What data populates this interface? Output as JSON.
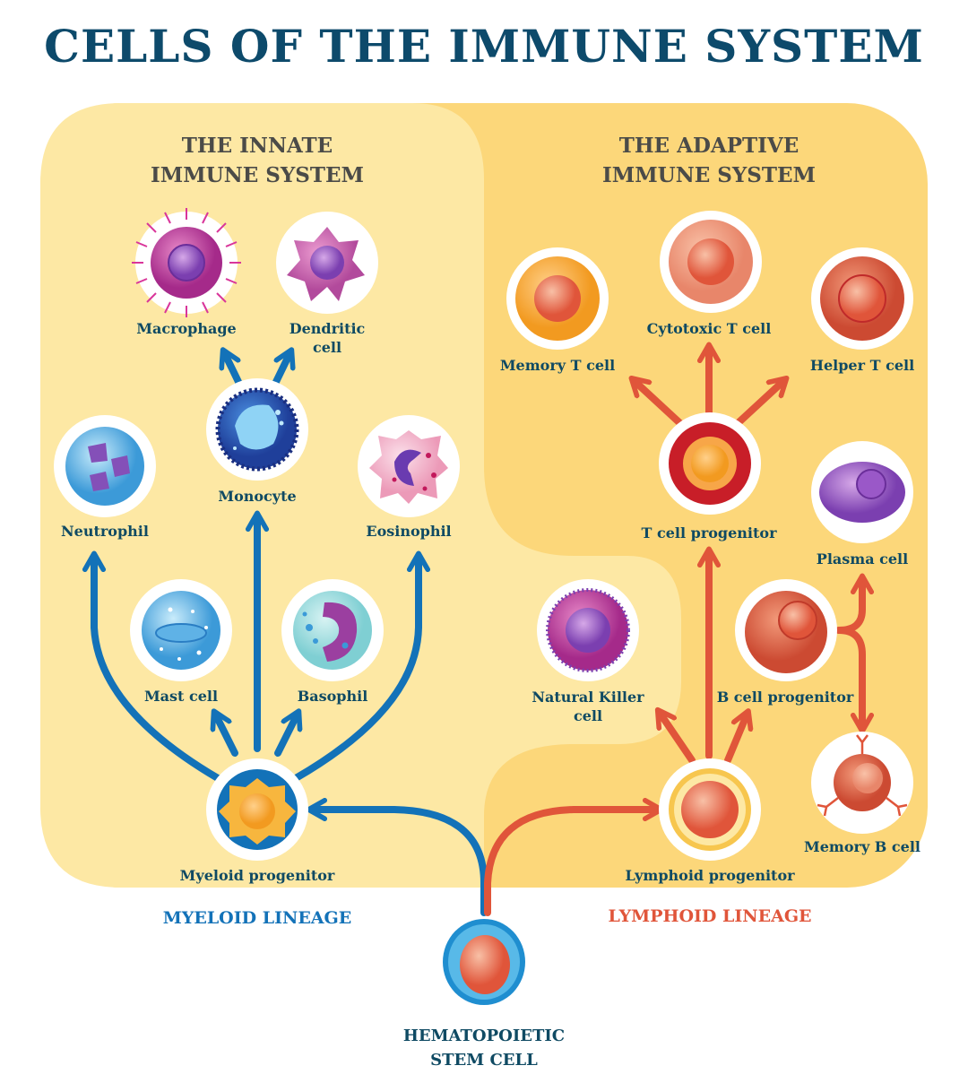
{
  "title": "CELLS OF THE IMMUNE SYSTEM",
  "colors": {
    "title": "#0d4a6b",
    "myeloid_arrow": "#1372b8",
    "lymphoid_arrow": "#e0553a",
    "innate_bg": "#fde8a4",
    "adaptive_bg": "#fcd77a",
    "label": "#0f4a63",
    "section_heading": "#4b4b48"
  },
  "sections": {
    "innate": {
      "line1": "THE INNATE",
      "line2": "IMMUNE SYSTEM"
    },
    "adaptive": {
      "line1": "THE ADAPTIVE",
      "line2": "IMMUNE SYSTEM"
    }
  },
  "lineages": {
    "myeloid": "MYELOID LINEAGE",
    "lymphoid": "LYMPHOID LINEAGE"
  },
  "stem_cell": {
    "line1": "HEMATOPOIETIC",
    "line2": "STEM CELL"
  },
  "cells": {
    "macrophage": "Macrophage",
    "dendritic": {
      "line1": "Dendritic",
      "line2": "cell"
    },
    "monocyte": "Monocyte",
    "neutrophil": "Neutrophil",
    "eosinophil": "Eosinophil",
    "mast": "Mast cell",
    "basophil": "Basophil",
    "myeloid_progenitor": "Myeloid progenitor",
    "memory_t": "Memory T cell",
    "cytotoxic_t": "Cytotoxic T cell",
    "helper_t": "Helper T cell",
    "t_progenitor": "T cell progenitor",
    "plasma": "Plasma cell",
    "nk": {
      "line1": "Natural Killer",
      "line2": "cell"
    },
    "b_progenitor": "B cell progenitor",
    "memory_b": "Memory B cell",
    "lymphoid_progenitor": "Lymphoid progenitor"
  }
}
